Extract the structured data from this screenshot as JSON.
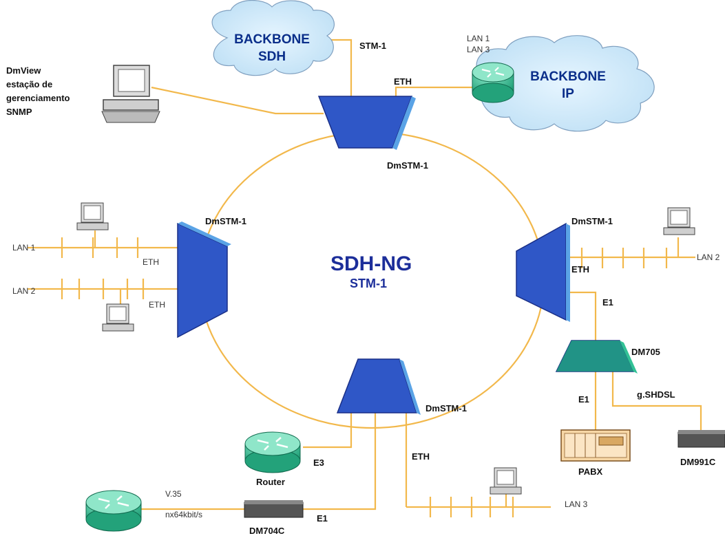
{
  "diagram": {
    "backbone_sdh": {
      "line1": "BACKBONE",
      "line2": "SDH"
    },
    "backbone_ip": {
      "line1": "BACKBONE",
      "line2": "IP"
    },
    "center": {
      "title": "SDH-NG",
      "subtitle": "STM-1"
    },
    "dmview": {
      "line1": "DmView",
      "line2": "estação de",
      "line3": "gerenciamento",
      "line4": "SNMP"
    },
    "labels": {
      "stm1_top": "STM-1",
      "eth_top": "ETH",
      "lan1_top": "LAN 1",
      "lan3_top": "LAN 3",
      "dm_top": "DmSTM-1",
      "dm_left": "DmSTM-1",
      "dm_right": "DmSTM-1",
      "dm_bottom": "DmSTM-1",
      "lan1_left": "LAN 1",
      "lan2_left": "LAN 2",
      "eth_left1": "ETH",
      "eth_left2": "ETH",
      "lan2_right": "LAN 2",
      "eth_right": "ETH",
      "e1_right": "E1",
      "dm705": "DM705",
      "e1_pabx": "E1",
      "gshdsl": "g.SHDSL",
      "pabx": "PABX",
      "dm991c": "DM991C",
      "router": "Router",
      "e3": "E3",
      "eth_bottom": "ETH",
      "lan3_bottom": "LAN 3",
      "v35": "V.35",
      "nx64": "nx64kbit/s",
      "e1_bottom": "E1",
      "dm704c": "DM704C"
    }
  }
}
